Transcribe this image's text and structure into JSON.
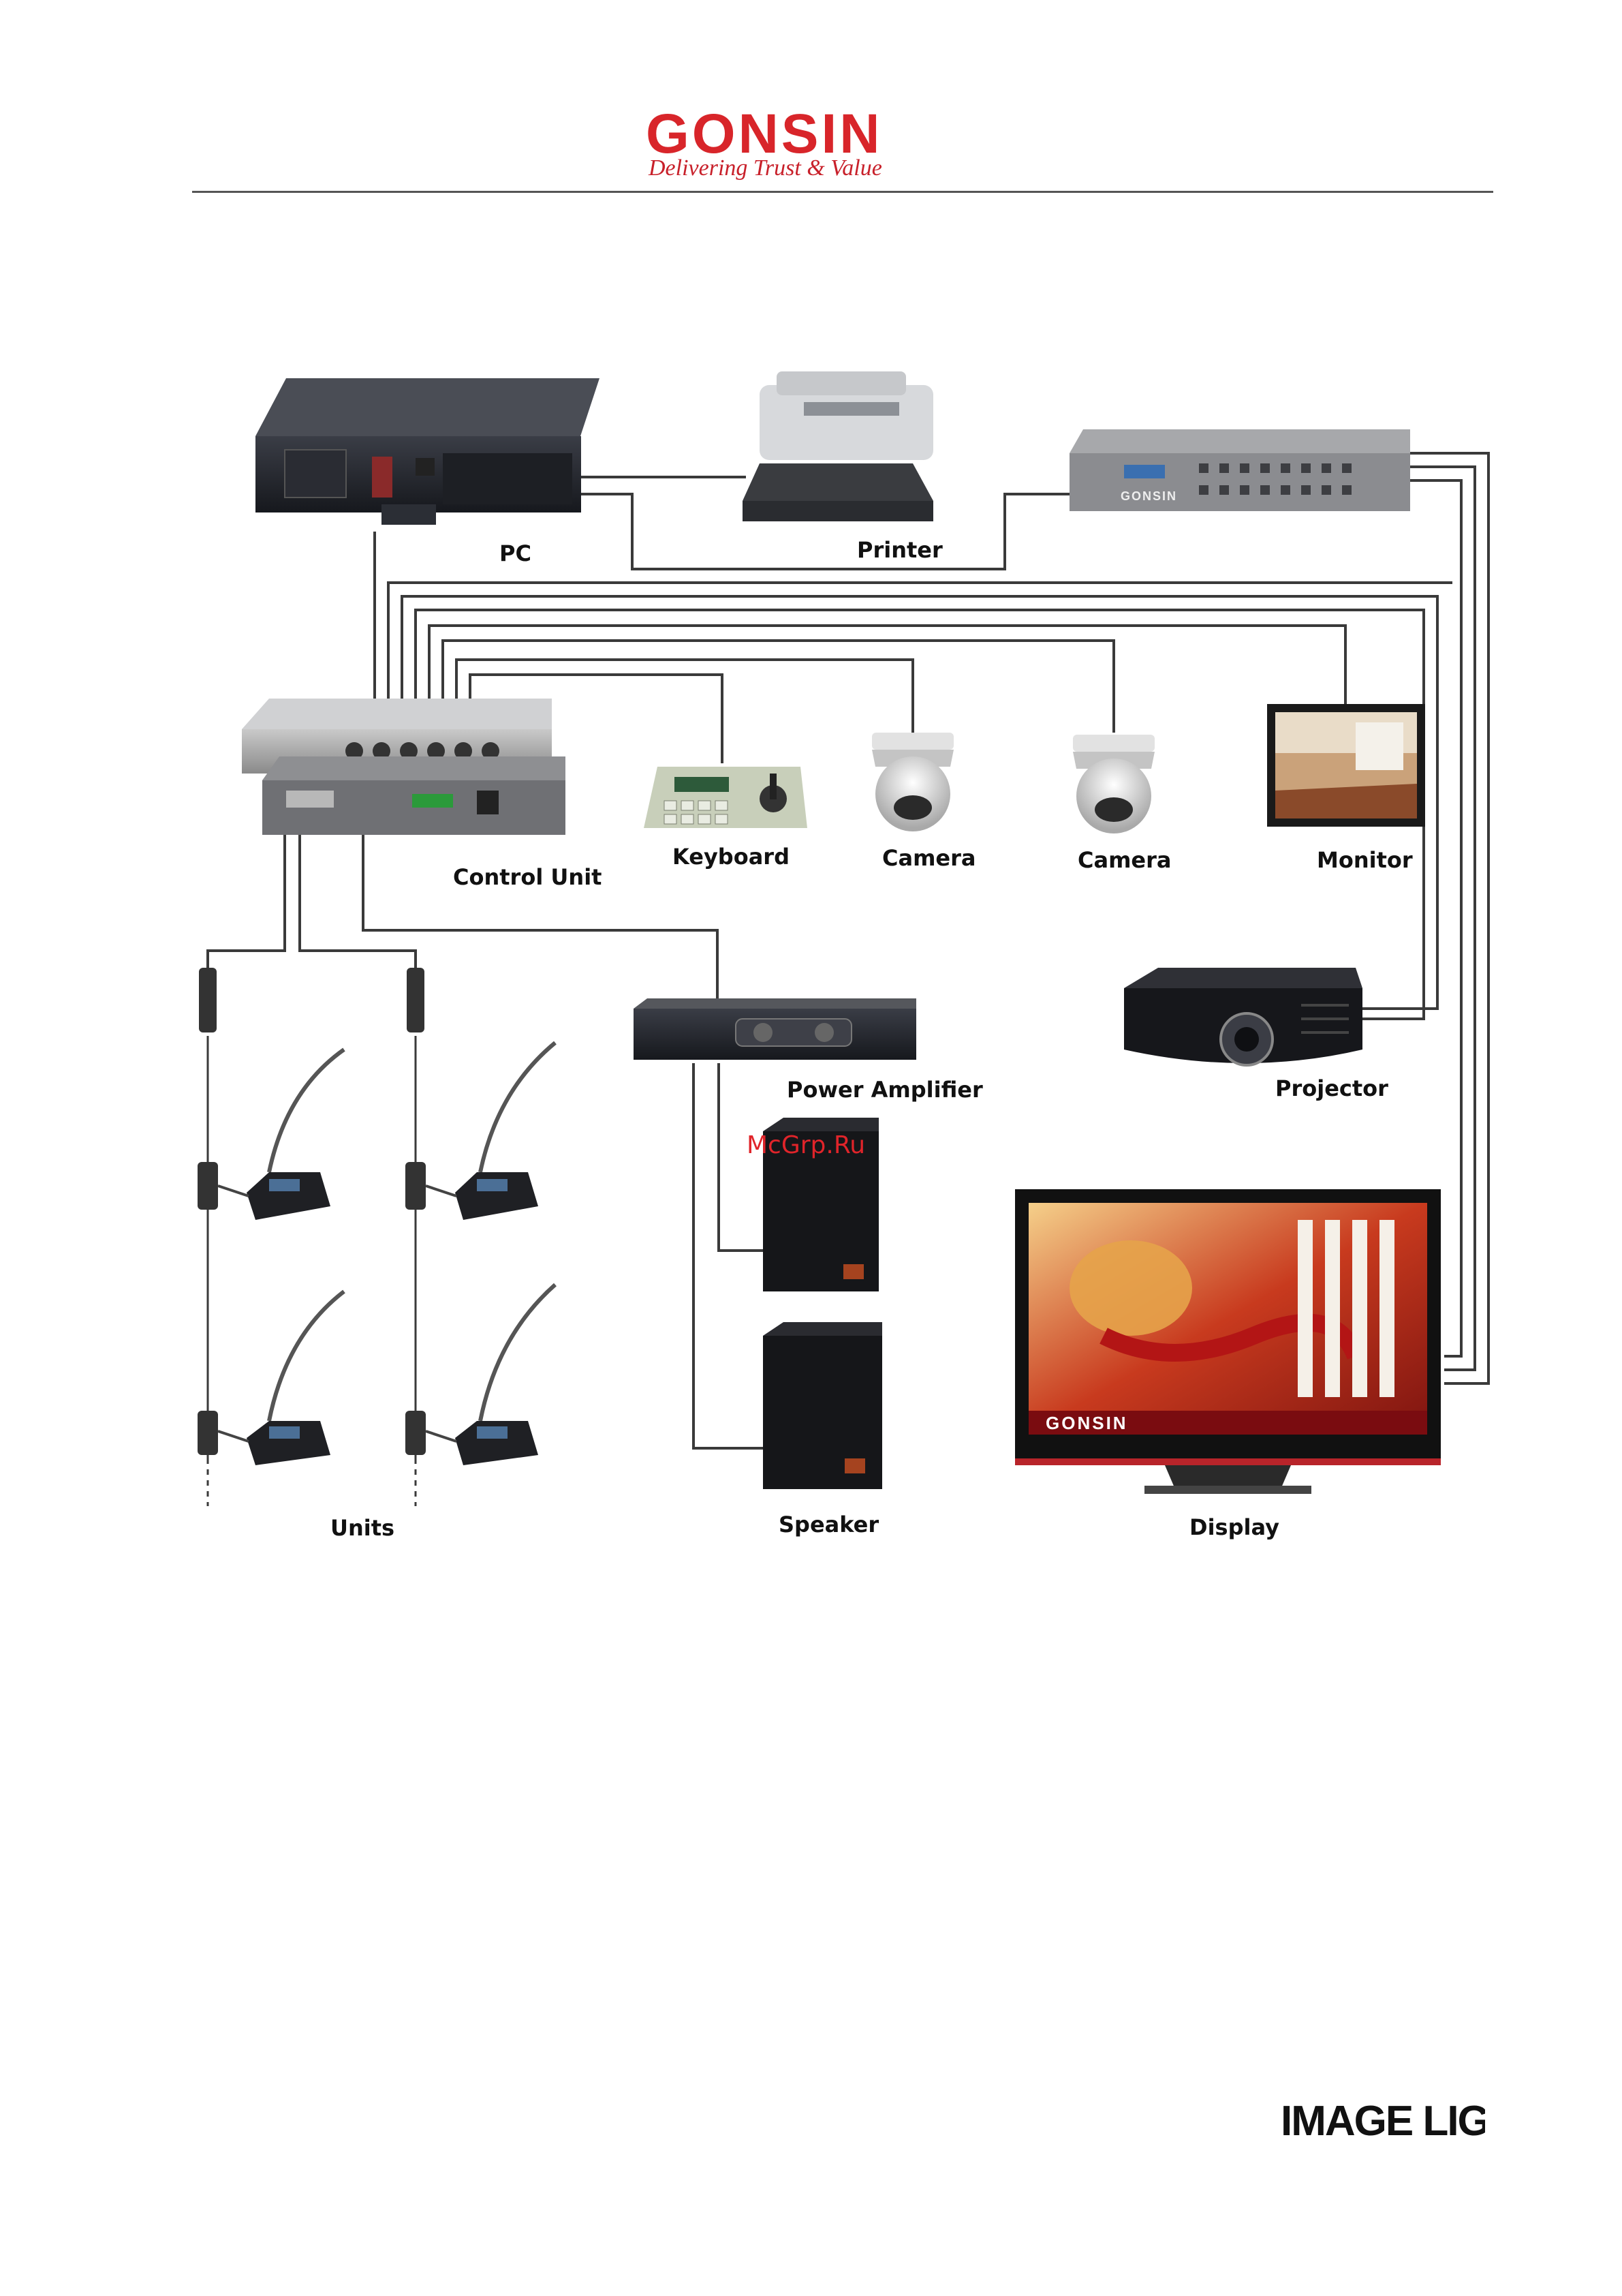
{
  "header": {
    "brand": "GONSIN",
    "tagline": "Delivering Trust & Value",
    "brand_color": "#d8252a"
  },
  "diagram": {
    "labels": {
      "pc": "PC",
      "printer": "Printer",
      "control_unit": "Control Unit",
      "keyboard": "Keyboard",
      "camera_1": "Camera",
      "camera_2": "Camera",
      "monitor": "Monitor",
      "power_amplifier": "Power Amplifier",
      "projector": "Projector",
      "units": "Units",
      "speaker": "Speaker",
      "display": "Display"
    },
    "watermark": "McGrp.Ru",
    "watermark_color": "#e0242a",
    "matrix_brand": "GONSIN",
    "display_screen_brand": "GONSIN"
  },
  "footer": {
    "logo": "IMAGE LIGHT"
  }
}
